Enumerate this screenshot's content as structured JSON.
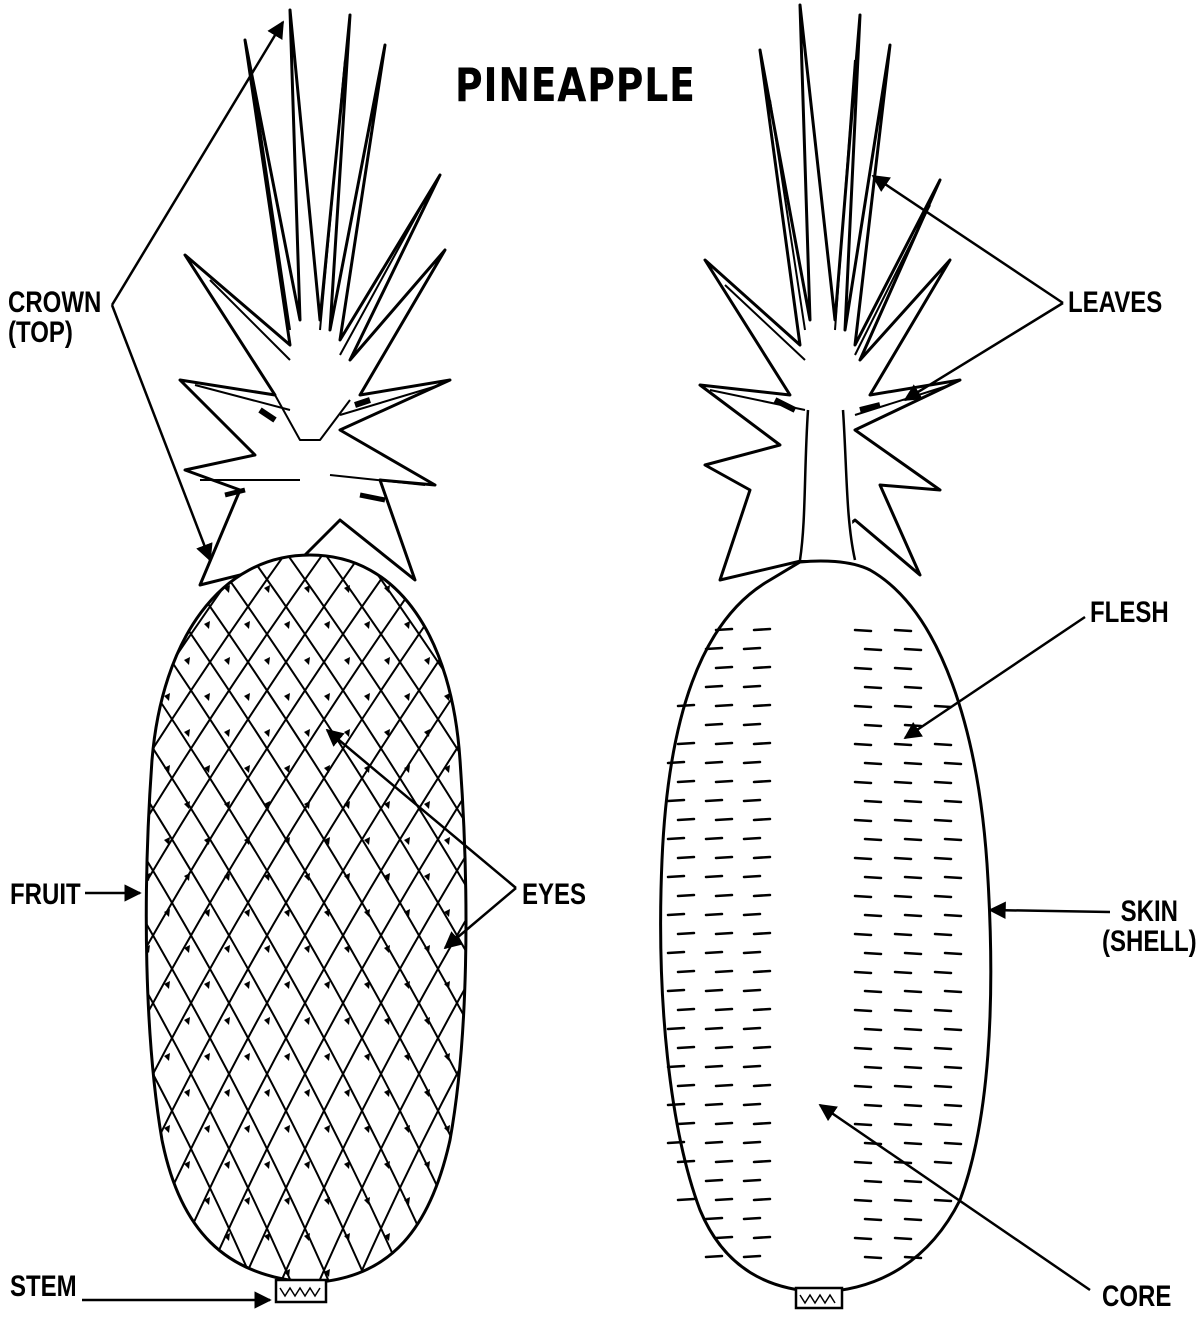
{
  "title": "PINEAPPLE",
  "labels": {
    "crown": "CROWN\n(TOP)",
    "fruit": "FRUIT",
    "eyes": "EYES",
    "stem": "STEM",
    "leaves": "LEAVES",
    "flesh": "FLESH",
    "skin": "SKIN\n(SHELL)",
    "core": "CORE"
  },
  "colors": {
    "ink": "#000000",
    "paper": "#ffffff"
  }
}
